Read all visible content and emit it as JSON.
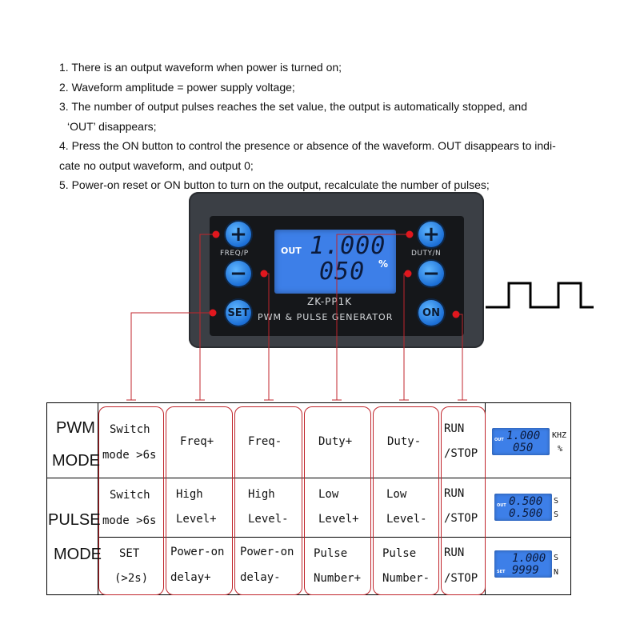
{
  "instructions": [
    "1. There is an output waveform when power is turned on;",
    "2. Waveform amplitude = power supply voltage;",
    "3. The number of output pulses reaches the set value, the output is automatically stopped, and",
    "‘OUT’   disappears;",
    "4. Press the ON button to control the presence or absence of the waveform. OUT disappears to indi-",
    "cate no output waveform, and output 0;",
    "5. Power-on reset or ON button to turn on the output, recalculate the number of pulses;"
  ],
  "device": {
    "left_label": "FREQ/P",
    "right_label": "DUTY/N",
    "model": "ZK-PP1K",
    "subtitle": "PWM & PULSE GENERATOR",
    "set_button": "SET",
    "on_button": "ON",
    "plus": "+",
    "minus": "−",
    "lcd": {
      "tag": "OUT",
      "line1": "1.000",
      "line2": "050",
      "unit": "%"
    },
    "lcd_color": "#3d7fe8"
  },
  "table": {
    "pwm_title": [
      "PWM",
      "MODE"
    ],
    "pulse_title": [
      "PULSE",
      "MODE"
    ],
    "pwm_row": [
      [
        "Switch",
        "mode >6s"
      ],
      [
        "Freq+"
      ],
      [
        "Freq-"
      ],
      [
        "Duty+"
      ],
      [
        "Duty-"
      ],
      [
        "RUN",
        "/STOP"
      ]
    ],
    "pulse_row1": [
      [
        "Switch",
        "mode >6s"
      ],
      [
        "High",
        "Level+"
      ],
      [
        "High",
        "Level-"
      ],
      [
        "Low",
        "Level+"
      ],
      [
        "Low",
        "Level-"
      ],
      [
        "RUN",
        "/STOP"
      ]
    ],
    "pulse_row2": [
      [
        "SET",
        "(>2s)"
      ],
      [
        "Power-on",
        "delay+"
      ],
      [
        "Power-on",
        "delay-"
      ],
      [
        "Pulse",
        "Number+"
      ],
      [
        "Pulse",
        "Number-"
      ],
      [
        "RUN",
        "/STOP"
      ]
    ],
    "lcds": [
      {
        "tag": "OUT",
        "line1": "1.000",
        "line2": "050",
        "unit1": "KHZ",
        "unit2": "%"
      },
      {
        "tag": "OUT",
        "line1": "0.500",
        "line2": "0.500",
        "unit1": "S",
        "unit2": "S"
      },
      {
        "tag": "SET",
        "line1": "1.000",
        "line2": "9999",
        "unit1": "S",
        "unit2": "N"
      }
    ],
    "highlight_color": "#c0262c"
  }
}
